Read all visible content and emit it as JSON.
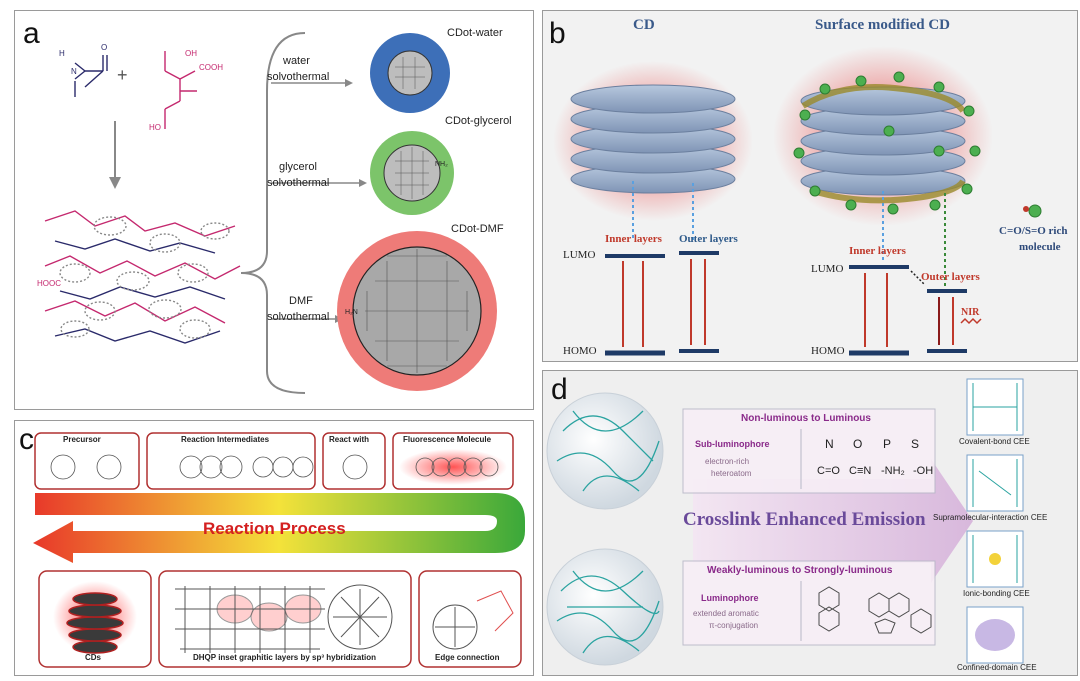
{
  "panel_a": {
    "label": "a",
    "routes": [
      {
        "solvent": "water",
        "method": "solvothermal",
        "product": "CDot-water",
        "color": "#3d6fb8"
      },
      {
        "solvent": "glycerol",
        "method": "solvothermal",
        "product": "CDot-glycerol",
        "color": "#7cc46a"
      },
      {
        "solvent": "DMF",
        "method": "solvothermal",
        "product": "CDot-DMF",
        "color": "#ee7b78"
      }
    ],
    "chem": {
      "plus": "+",
      "cooh": "COOH",
      "oh": "OH",
      "ho": "HO",
      "hooc": "HOOC",
      "h": "H",
      "n": "N",
      "o": "O",
      "hn": "H₂N",
      "nh": "NH₂"
    }
  },
  "panel_b": {
    "label": "b",
    "left_title": "CD",
    "right_title": "Surface modified CD",
    "lumo": "LUMO",
    "homo": "HOMO",
    "inner": "Inner layers",
    "outer": "Outer layers",
    "nir": "NIR",
    "legend_line1": "C=O/S=O rich",
    "legend_line2": "molecule"
  },
  "panel_c": {
    "label": "c",
    "precursor": "Precursor",
    "intermediates": "Reaction Intermediates",
    "react_with": "React with",
    "fluorescence": "Fluorescence Molecule",
    "process": "Reaction Process",
    "cds": "CDs",
    "dhqp": "DHQP inset graphitic layers by sp³ hybridization",
    "edge": "Edge connection"
  },
  "panel_d": {
    "label": "d",
    "top_title": "Non-luminous to Luminous",
    "sub_luminophore": "Sub-luminophore",
    "sub_desc1": "electron-rich",
    "sub_desc2": "heteroatom",
    "atoms": [
      "N",
      "O",
      "P",
      "S"
    ],
    "groups": [
      "C=O",
      "C≡N",
      "-NH₂",
      "-OH"
    ],
    "center": "Crosslink Enhanced Emission",
    "bottom_title": "Weakly-luminous to Strongly-luminous",
    "luminophore": "Luminophore",
    "lum_desc1": "extended aromatic",
    "lum_desc2": "π-conjugation",
    "cee": [
      "Covalent-bond CEE",
      "Supramolecular-interaction CEE",
      "Ionic-bonding CEE",
      "Confined-domain CEE"
    ]
  }
}
